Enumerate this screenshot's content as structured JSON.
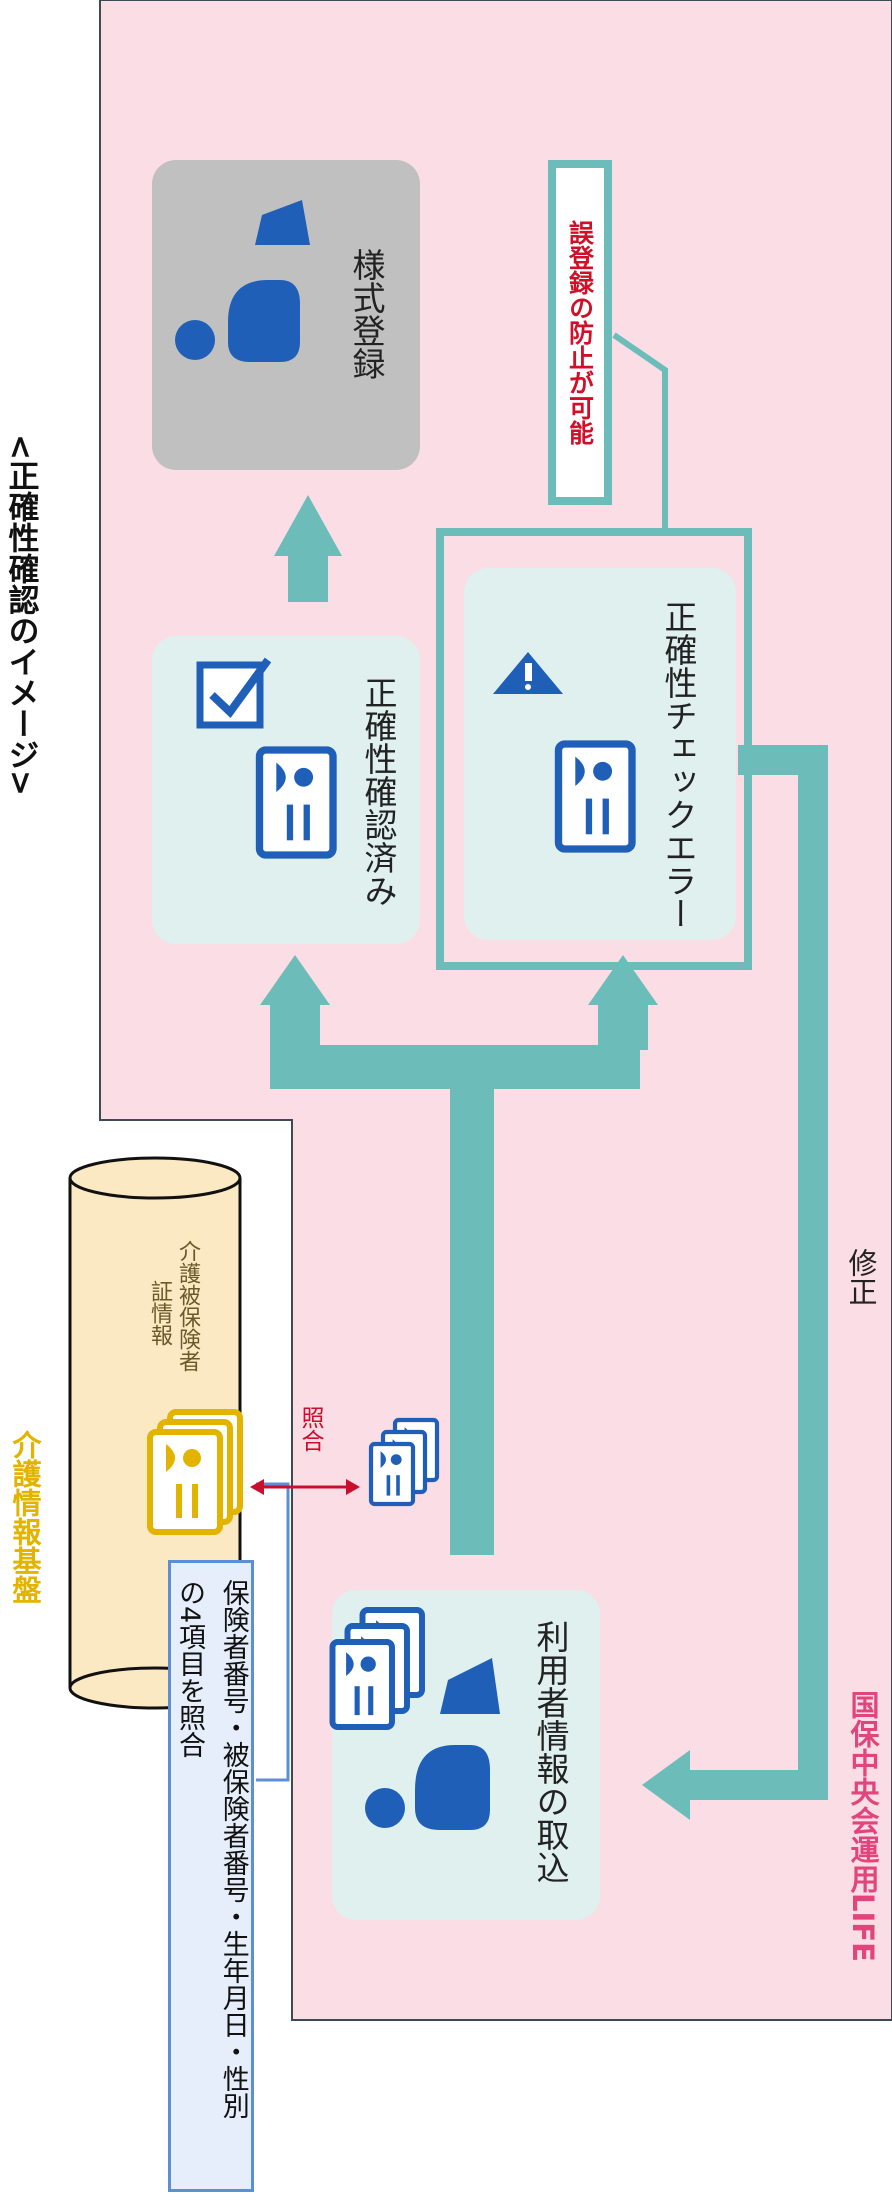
{
  "title": "<正確性確認のイメージ>",
  "kaigo_label": "介護情報基盤",
  "db_label_line1": "介護被保険者",
  "db_label_line2": "証情報",
  "shougou_label": "照合",
  "note_line1": "保険者番号・被保険者番号・生年月日・性別",
  "note_line2": "の4項目を照合",
  "life_label": "国保中央会運用LIFE",
  "input_card_label": "利用者情報の取込",
  "ok_card_label": "正確性確認済み",
  "err_card_label": "正確性チェックエラー",
  "register_label": "様式登録",
  "callout_label": "誤登録の防止が可能",
  "fix_label": "修正",
  "colors": {
    "life_bg": "#FBDDE5",
    "card_bg": "#DFF0EF",
    "teal": "#6CBDBA",
    "blue": "#1F5FB8",
    "gold": "#E2B400",
    "red": "#D20F28"
  }
}
